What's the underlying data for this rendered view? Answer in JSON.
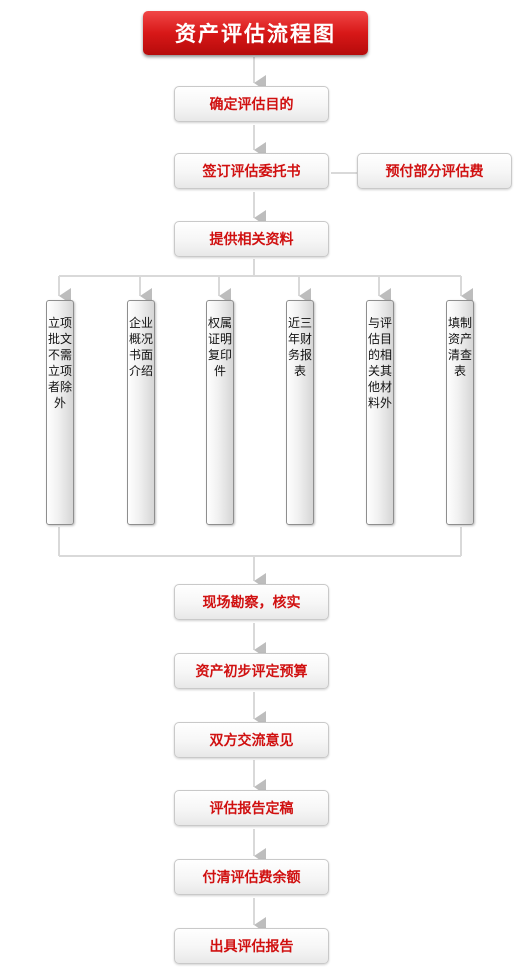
{
  "title": "资产评估流程图",
  "steps": {
    "s1": "确定评估目的",
    "s2": "签订评估委托书",
    "s2_side": "预付部分评估费",
    "s3": "提供相关资料",
    "s4": "现场勘察，核实",
    "s5": "资产初步评定预算",
    "s6": "双方交流意见",
    "s7": "评估报告定稿",
    "s8": "付清评估费余额",
    "s9": "出具评估报告"
  },
  "documents": [
    "立项批文  不需立项者除外",
    "企业概况  书面介绍",
    "权属证明  复印件",
    "近三年财务报表",
    "与评估目的相关其他材料外",
    "填制资产清查表"
  ],
  "colors": {
    "title_bg": "#d81818",
    "step_text": "#d01010",
    "connector": "#d9d9d9",
    "arrow": "#bdbdbd"
  }
}
